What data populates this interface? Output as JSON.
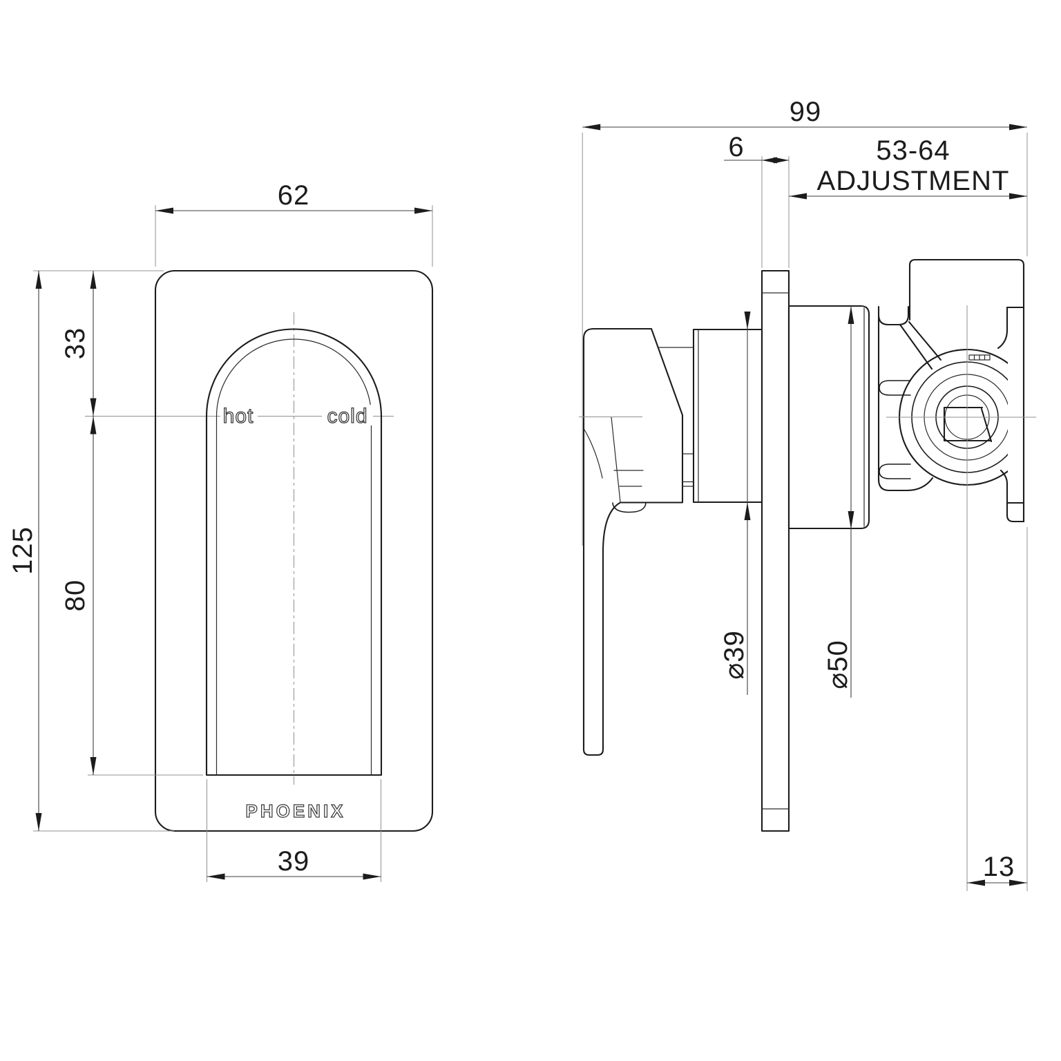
{
  "drawing_title": "Shower mixer technical dimension drawing",
  "front": {
    "hot": "hot",
    "cold": "cold",
    "brand": "PHOENIX",
    "dim_width": "62",
    "dim_height": "125",
    "dim_top": "33",
    "dim_bottom": "80",
    "dim_handle": "39"
  },
  "side": {
    "dim_depth": "99",
    "dim_plate": "6",
    "dim_adj_range": "53-64",
    "dim_adj_label": "ADJUSTMENT",
    "dim_d39": "⌀39",
    "dim_d50": "⌀50",
    "dim_offset": "13"
  },
  "colors": {
    "outline": "#1c1c1c",
    "dimension": "#3c3c3c",
    "extension": "#909090",
    "background": "#ffffff"
  }
}
